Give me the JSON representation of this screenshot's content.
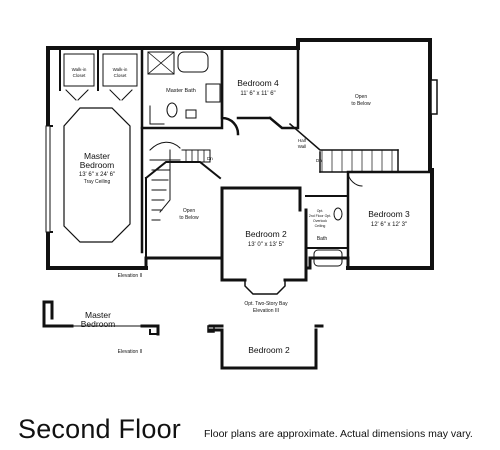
{
  "footer": {
    "title": "Second Floor",
    "disclaimer": "Floor plans are approximate. Actual dimensions may vary."
  },
  "rooms": {
    "walkin_left": [
      "Walk-in",
      "Closet"
    ],
    "walkin_right": [
      "Walk-in",
      "Closet"
    ],
    "master_bath": "Master Bath",
    "bedroom4": {
      "name": "Bedroom 4",
      "dims": "11' 6\" x 11' 6\""
    },
    "open_right": [
      "Open",
      "to Below"
    ],
    "master_bedroom": {
      "name": [
        "Master",
        "Bedroom"
      ],
      "dims": "13' 6\" x 24' 6\"",
      "note": "Tray Ceiling"
    },
    "half_wall": [
      "Half",
      "Wall"
    ],
    "dn_left": "Dn",
    "dn_right": "Dn",
    "open_left": [
      "Open",
      "to Below"
    ],
    "bedroom2": {
      "name": "Bedroom 2",
      "dims": "13' 0\" x 13' 5\""
    },
    "bedroom3": {
      "name": "Bedroom 3",
      "dims": "12' 6\" x 12' 3\""
    },
    "laundry_note": [
      "Opt.",
      "2nd Floor Opt.",
      "Overlook",
      "Ceiling"
    ],
    "bath": "Bath",
    "elevation_upper": "Elevation II",
    "bay_note": [
      "Opt. Two-Story Bay",
      "Elevation III"
    ],
    "alt_master": [
      "Master",
      "Bedroom"
    ],
    "elevation_lower": "Elevation II",
    "alt_bedroom2": "Bedroom 2"
  }
}
